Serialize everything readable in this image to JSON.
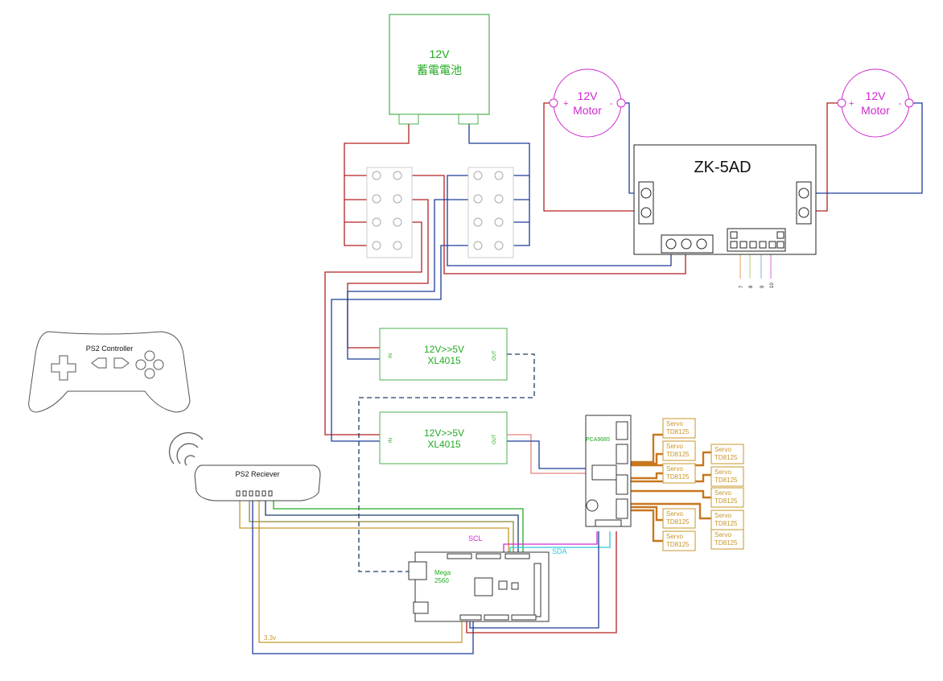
{
  "battery": {
    "voltage": "12V",
    "name": "蓄電電池"
  },
  "motors": [
    {
      "voltage": "12V",
      "label": "Motor",
      "plus": "+",
      "minus": "-"
    },
    {
      "voltage": "12V",
      "label": "Motor",
      "plus": "+",
      "minus": "-"
    }
  ],
  "motor_driver": {
    "name": "ZK-5AD",
    "pins": [
      "7",
      "8",
      "9",
      "10"
    ]
  },
  "converters": [
    {
      "line1": "12V>>5V",
      "line2": "XL4015",
      "in": "IN",
      "out": "OUT"
    },
    {
      "line1": "12V>>5V",
      "line2": "XL4015",
      "in": "IN",
      "out": "OUT"
    }
  ],
  "ps2_controller": {
    "name": "PS2 Controller"
  },
  "ps2_receiver": {
    "name": "PS2 Reciever"
  },
  "mega": {
    "line1": "Mega",
    "line2": "2560"
  },
  "pca": {
    "name": "PCA9685"
  },
  "servos": [
    {
      "line1": "Servo",
      "line2": "TD8125"
    },
    {
      "line1": "Servo",
      "line2": "TD8125"
    },
    {
      "line1": "Servo",
      "line2": "TD8125"
    },
    {
      "line1": "Servo",
      "line2": "TD8125"
    },
    {
      "line1": "Servo",
      "line2": "TD8125"
    },
    {
      "line1": "Servo",
      "line2": "TD8125"
    },
    {
      "line1": "Servo",
      "line2": "TD8125"
    },
    {
      "line1": "Servo",
      "line2": "TD8125"
    },
    {
      "line1": "Servo",
      "line2": "TD8125"
    },
    {
      "line1": "Servo",
      "line2": "TD8125"
    }
  ],
  "signals": {
    "scl": "SCL",
    "sda": "SDA",
    "v33": "3.3v"
  },
  "colors": {
    "red": "#b22222",
    "blue": "#1f3c9a",
    "green": "#22aa22",
    "magenta": "#d02ad0",
    "gold": "#c8962a",
    "cyan": "#2ec8d8",
    "dark": "#1f3c6a"
  }
}
